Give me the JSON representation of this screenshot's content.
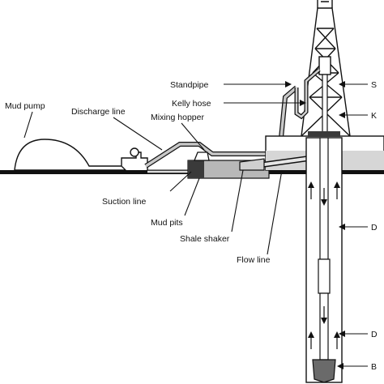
{
  "labels": {
    "mud_pump": "Mud pump",
    "discharge_line": "Discharge line",
    "mixing_hopper": "Mixing hopper",
    "standpipe": "Standpipe",
    "kelly_hose": "Kelly hose",
    "suction_line": "Suction line",
    "mud_pits": "Mud pits",
    "shale_shaker": "Shale shaker",
    "flow_line": "Flow line",
    "right_s": "S",
    "right_k": "K",
    "right_d1": "D",
    "right_d2": "D",
    "right_b": "B"
  },
  "colors": {
    "line": "#111111",
    "gray_fill": "#b8b8b8",
    "dark_fill": "#3a3a3a",
    "light_fill": "#e6e6e6"
  }
}
